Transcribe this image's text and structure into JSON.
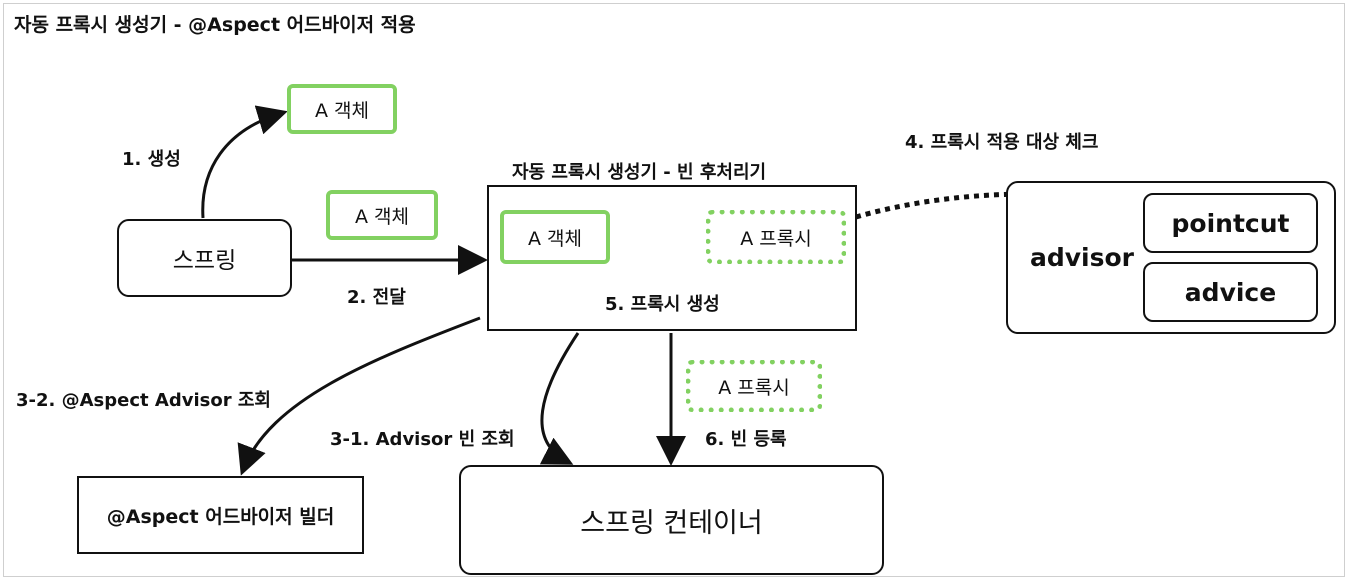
{
  "title": "자동 프록시 생성기 - @Aspect 어드바이저 적용",
  "nodes": {
    "spring": "스프링",
    "object_a_top": "A 객체",
    "object_a_transfer": "A 객체",
    "auto_proxy_title": "자동 프록시 생성기 - 빈 후처리기",
    "inner_object_a": "A 객체",
    "inner_proxy_a": "A 프록시",
    "proxy_create": "5. 프록시 생성",
    "advisor": "advisor",
    "pointcut": "pointcut",
    "advice": "advice",
    "proxy_a_register": "A 프록시",
    "aspect_builder": "@Aspect 어드바이저 빌더",
    "spring_container": "스프링 컨테이너"
  },
  "edges": {
    "create": "1. 생성",
    "transfer": "2. 전달",
    "aspect_lookup": "3-2. @Aspect Advisor 조회",
    "advisor_bean_lookup": "3-1. Advisor 빈 조회",
    "proxy_check": "4. 프록시 적용 대상 체크",
    "bean_register": "6. 빈 등록"
  },
  "colors": {
    "green": "#82d161",
    "black": "#111111"
  }
}
